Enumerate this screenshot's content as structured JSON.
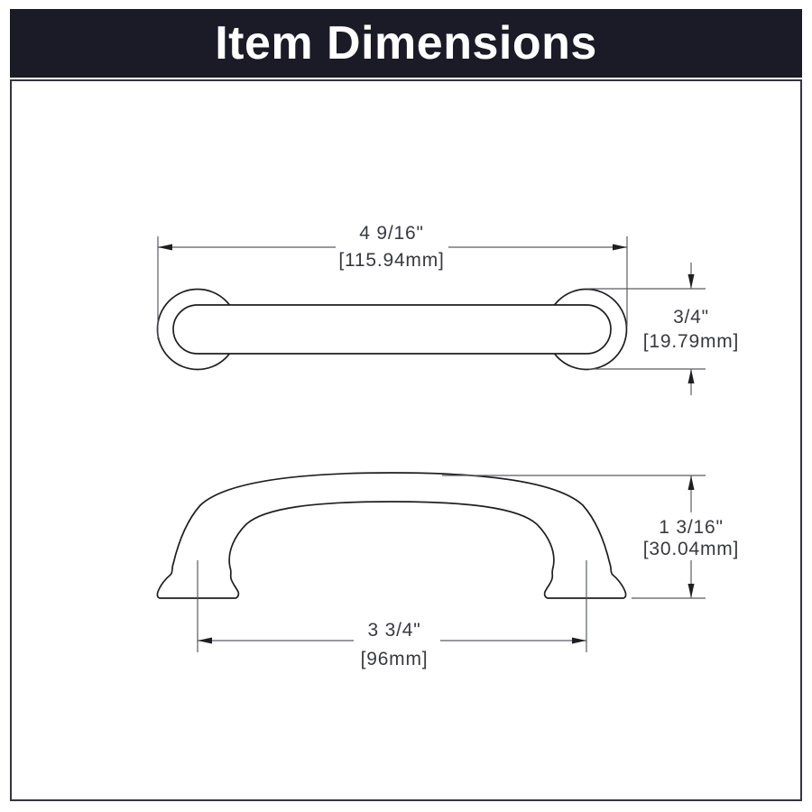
{
  "title": "Item Dimensions",
  "views": {
    "top_view": "handle top (plan) view with round post bases",
    "front_view": "handle front (elevation) view with arched grip and flared feet"
  },
  "dimensions": {
    "overall_length": {
      "inches": "4 9/16\"",
      "mm": "[115.94mm]"
    },
    "end_diameter": {
      "inches": "3/4\"",
      "mm": "[19.79mm]"
    },
    "height": {
      "inches": "1 3/16\"",
      "mm": "[30.04mm]"
    },
    "center_to_center": {
      "inches": "3 3/4\"",
      "mm": "[96mm]"
    }
  },
  "colors": {
    "banner_bg": "#1a1b26",
    "banner_text": "#ffffff",
    "outline": "#1f1f1f",
    "dimension_line": "#5a5b63",
    "dimension_text": "#38393f",
    "page_bg": "#ffffff"
  }
}
